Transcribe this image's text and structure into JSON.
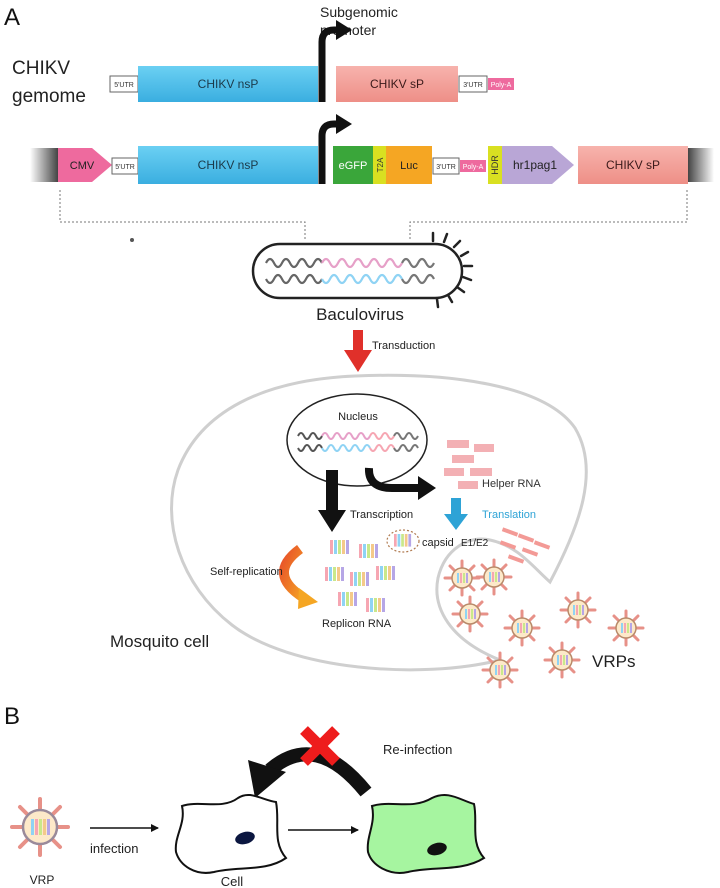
{
  "panel_a": {
    "label": "A",
    "genome_label_line1": "CHIKV",
    "genome_label_line2": "gemome",
    "subgenomic_line1": "Subgenomic",
    "subgenomic_line2": "promoter",
    "genome_row": {
      "utr5": "5'UTR",
      "nsp": "CHIKV nsP",
      "sp": "CHIKV sP",
      "utr3": "3'UTR",
      "polya": "Poly-A"
    },
    "construct_row": {
      "cmv": "CMV",
      "utr5": "5'UTR",
      "nsp": "CHIKV nsP",
      "egfp": "eGFP",
      "t2a": "T2A",
      "luc": "Luc",
      "utr3": "3'UTR",
      "polya": "Poly-A",
      "hdr": "HDR",
      "hr1pag1": "hr1pag1",
      "sp": "CHIKV sP"
    },
    "baculovirus": "Baculovirus",
    "transduction": "Transduction",
    "nucleus": "Nucleus",
    "helper_rna": "Helper RNA",
    "translation": "Translation",
    "transcription": "Transcription",
    "capsid": "capsid",
    "e1e2": "E1/E2",
    "self_replication": "Self-replication",
    "replicon_rna": "Replicon RNA",
    "mosquito_cell": "Mosquito cell",
    "vrps": "VRPs"
  },
  "panel_b": {
    "label": "B",
    "reinfection": "Re-infection",
    "infection": "infection",
    "vrp": "VRP",
    "cell": "Cell"
  },
  "colors": {
    "nsp_blue": "#4fc1ec",
    "sp_salmon": "#f4a19a",
    "cmv_pink": "#ee6a9e",
    "egfp_green": "#3aa63a",
    "t2a_yellow": "#d9e021",
    "luc_orange": "#f5a623",
    "hdr_yellow": "#d9e021",
    "hr1pag1_purple": "#b9a6d6",
    "polya_pink": "#ee6a9e",
    "transduction_red": "#e0302a",
    "translation_blue": "#2ea3d6",
    "green_cell": "#a6f5a0",
    "red_x": "#ee1c1c"
  }
}
